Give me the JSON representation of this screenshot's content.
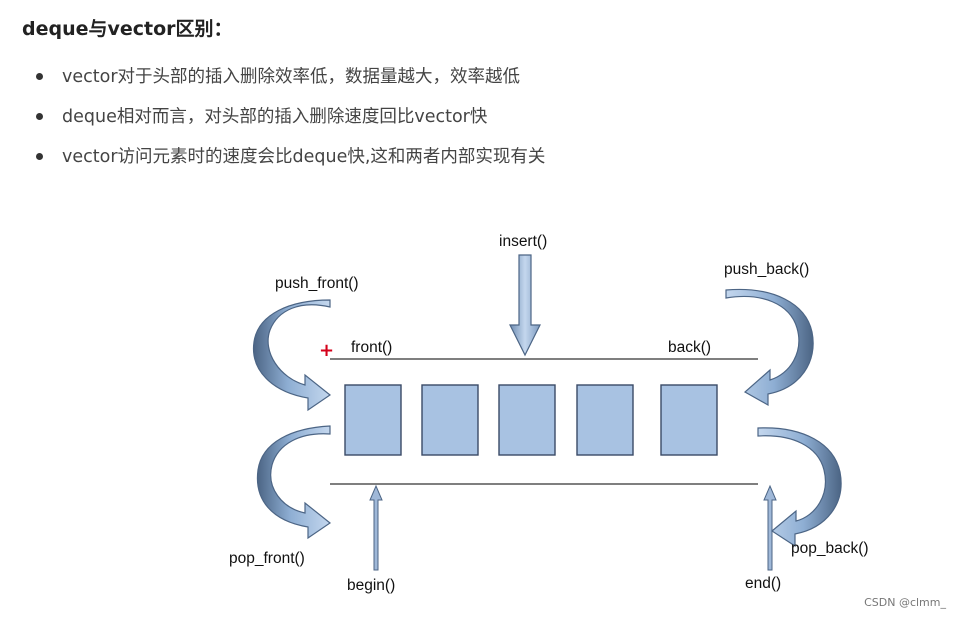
{
  "heading": "deque与vector区别：",
  "bullets": [
    "vector对于头部的插入删除效率低，数据量越大，效率越低",
    "deque相对而言，对头部的插入删除速度回比vector快",
    "vector访问元素时的速度会比deque快,这和两者内部实现有关"
  ],
  "diagram": {
    "labels": {
      "insert": "insert()",
      "push_front": "push_front()",
      "push_back": "push_back()",
      "front": "front()",
      "back": "back()",
      "pop_front": "pop_front()",
      "pop_back": "pop_back()",
      "begin": "begin()",
      "end": "end()"
    },
    "marker": "+",
    "element_count": 5,
    "colors": {
      "cell_fill": "#a8c2e2",
      "cell_stroke": "#3a4a66",
      "arrow_light": "#b9cfe9",
      "arrow_dark": "#4c6585",
      "line": "#555555",
      "marker": "#d4001a"
    }
  },
  "watermark": "CSDN @clmm_"
}
